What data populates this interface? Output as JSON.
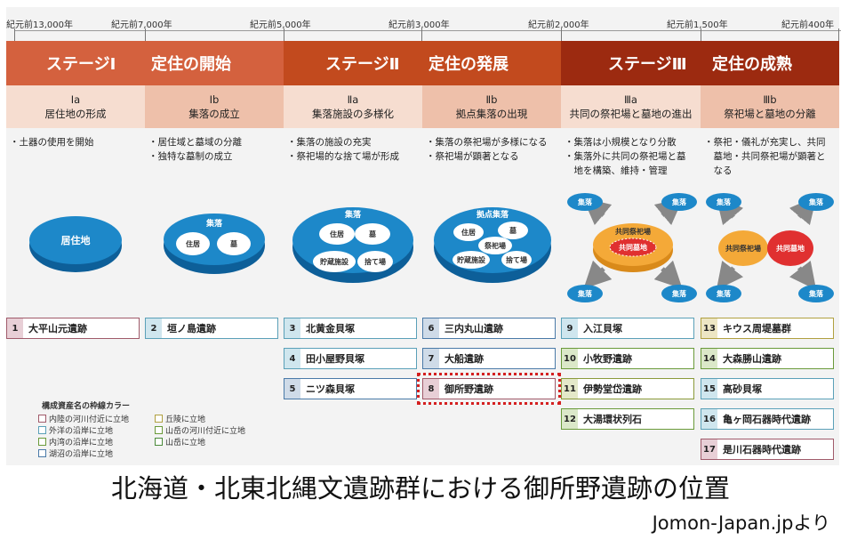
{
  "timeline": [
    "紀元前13,000年",
    "紀元前7,000年",
    "紀元前5,000年",
    "紀元前3,000年",
    "紀元前2,000年",
    "紀元前1,500年",
    "紀元前400年"
  ],
  "stages": [
    {
      "label": "ステージⅠ",
      "title": "定住の開始"
    },
    {
      "label": "ステージⅡ",
      "title": "定住の発展"
    },
    {
      "label": "ステージⅢ",
      "title": "定住の成熟"
    }
  ],
  "subs": [
    {
      "code": "Ⅰa",
      "name": "居住地の形成"
    },
    {
      "code": "Ⅰb",
      "name": "集落の成立"
    },
    {
      "code": "Ⅱa",
      "name": "集落施設の多様化"
    },
    {
      "code": "Ⅱb",
      "name": "拠点集落の出現"
    },
    {
      "code": "Ⅲa",
      "name": "共同の祭祀場と墓地の進出"
    },
    {
      "code": "Ⅲb",
      "name": "祭祀場と墓地の分離"
    }
  ],
  "descs": [
    [
      "・土器の使用を開始"
    ],
    [
      "・居住域と墓域の分離",
      "・独特な墓制の成立"
    ],
    [
      "・集落の施設の充実",
      "・祭祀場的な捨て場が形成"
    ],
    [
      "・集落の祭祀場が多様になる",
      "・祭祀場が顕著となる"
    ],
    [
      "・集落は小規模となり分散",
      "・集落外に共同の祭祀場と墓",
      "　地を構築、維持・管理"
    ],
    [
      "・祭祀・儀礼が充実し、共同",
      "　墓地・共同祭祀場が顕著と",
      "　なる"
    ]
  ],
  "diagram": {
    "d1": "居住地",
    "d2_title": "集落",
    "d2_a": "住居",
    "d2_b": "墓",
    "d3_title": "集落",
    "d3_a": "住居",
    "d3_b": "墓",
    "d3_c": "貯蔵施設",
    "d3_d": "捨て場",
    "d4_title": "拠点集落",
    "d4_a": "住居",
    "d4_b": "墓",
    "d4_c": "祭祀場",
    "d4_d": "貯蔵施設",
    "d4_e": "捨て場",
    "d5_outer": "共同祭祀場",
    "d5_inner": "共同墓地",
    "d5_s": "集落",
    "d6_a": "共同祭祀場",
    "d6_b": "共同墓地",
    "d6_s": "集落"
  },
  "sites": [
    {
      "num": "1",
      "name": "大平山元遺跡"
    },
    {
      "num": "2",
      "name": "垣ノ島遺跡"
    },
    {
      "num": "3",
      "name": "北黄金貝塚"
    },
    {
      "num": "4",
      "name": "田小屋野貝塚"
    },
    {
      "num": "5",
      "name": "ニツ森貝塚"
    },
    {
      "num": "6",
      "name": "三内丸山遺跡"
    },
    {
      "num": "7",
      "name": "大船遺跡"
    },
    {
      "num": "8",
      "name": "御所野遺跡"
    },
    {
      "num": "9",
      "name": "入江貝塚"
    },
    {
      "num": "10",
      "name": "小牧野遺跡"
    },
    {
      "num": "11",
      "name": "伊勢堂岱遺跡"
    },
    {
      "num": "12",
      "name": "大湯環状列石"
    },
    {
      "num": "13",
      "name": "キウス周堤墓群"
    },
    {
      "num": "14",
      "name": "大森勝山遺跡"
    },
    {
      "num": "15",
      "name": "高砂貝塚"
    },
    {
      "num": "16",
      "name": "亀ヶ岡石器時代遺跡"
    },
    {
      "num": "17",
      "name": "是川石器時代遺跡"
    }
  ],
  "legend": {
    "title": "構成資産名の枠線カラー",
    "items": [
      "内陸の河川付近に立地",
      "外洋の沿岸に立地",
      "内湾の沿岸に立地",
      "湖沼の沿岸に立地",
      "丘陵に立地",
      "山岳の河川付近に立地",
      "山岳に立地"
    ]
  },
  "caption": "北海道・北東北縄文遺跡群における御所野遺跡の位置",
  "credit": "Jomon-Japan.jpより",
  "colors": {
    "stage1": "#d4613e",
    "stage2": "#c24a1e",
    "stage3": "#9c2a10",
    "highlight": "#d42020",
    "blue": "#1d88c9",
    "orange": "#f4a938",
    "red": "#e03030"
  }
}
